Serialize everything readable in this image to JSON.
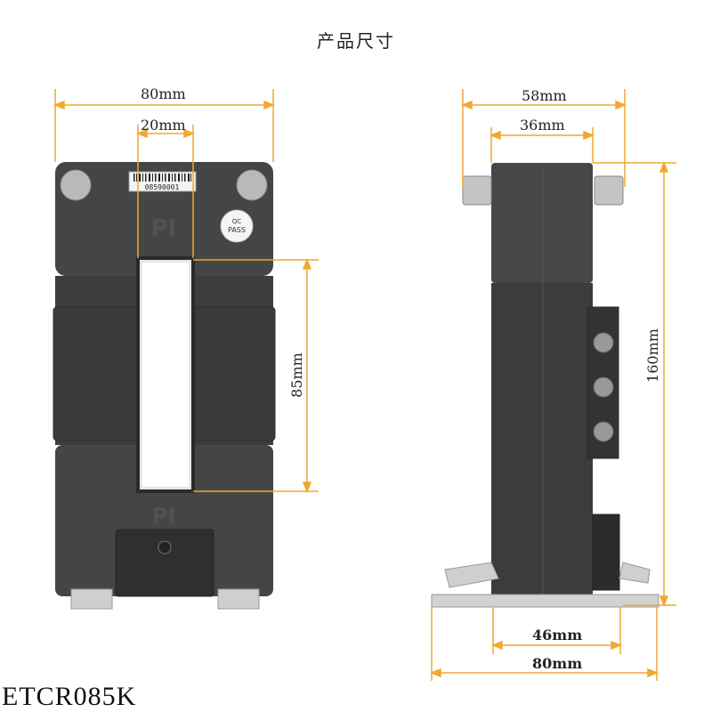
{
  "title": "产品尺寸",
  "model": "ETCR085K",
  "front_view": {
    "width_label": "80mm",
    "window_width_label": "20mm",
    "window_height_label": "85mm",
    "barcode_text": "08590001",
    "qc_line1": "QC",
    "qc_line2": "PASS",
    "logo_text": "PI"
  },
  "side_view": {
    "width_label": "58mm",
    "inner_width_label": "36mm",
    "height_label": "160mm",
    "base_inner_label": "46mm",
    "base_outer_label": "80mm"
  },
  "colors": {
    "dimension_line": "#f0a830",
    "body": "#3f3f3f",
    "body_dark": "#333333"
  }
}
